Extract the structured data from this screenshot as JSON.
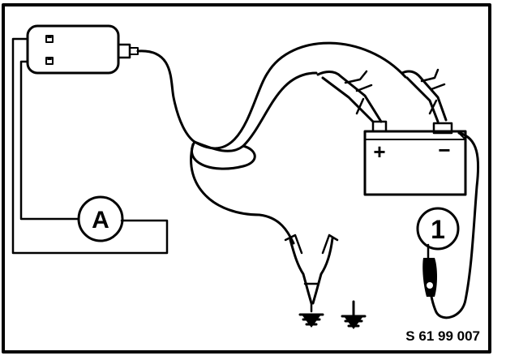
{
  "diagram": {
    "ammeter_label": "A",
    "battery_plus": "+",
    "battery_minus": "−",
    "callout_1": "1",
    "reference_code": "S 61 99 007"
  }
}
